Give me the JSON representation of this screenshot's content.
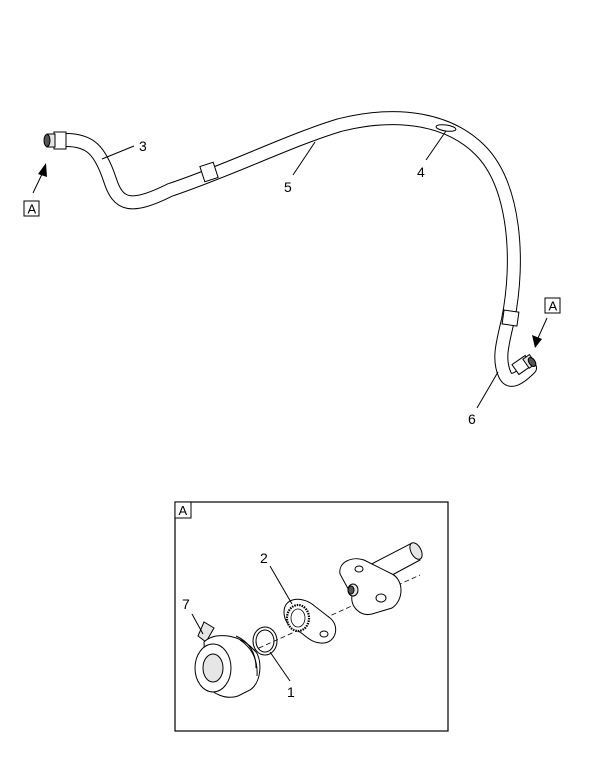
{
  "callouts": {
    "c1": "1",
    "c2": "2",
    "c3": "3",
    "c4": "4",
    "c5": "5",
    "c6": "6",
    "c7": "7"
  },
  "view_labels": {
    "left_marker": "A",
    "right_marker": "A",
    "detail_box": "A"
  }
}
